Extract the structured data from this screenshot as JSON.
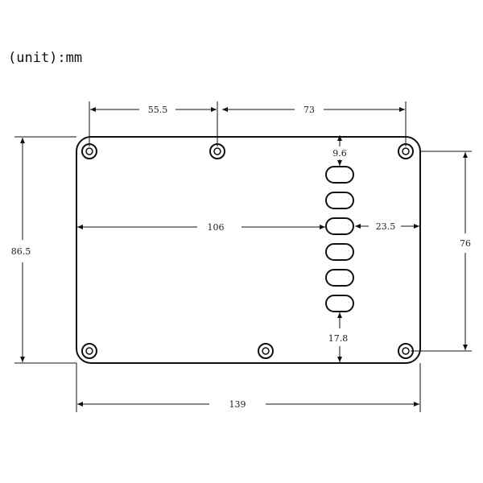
{
  "unit_label": "(unit):mm",
  "dimensions": {
    "top_left_span": "55.5",
    "top_right_span": "73",
    "slot_top_offset": "9.6",
    "inner_width": "106",
    "slot_side_offset": "23.5",
    "overall_height": "86.5",
    "hole_span_height": "76",
    "slot_bottom_offset": "17.8",
    "overall_width": "139"
  },
  "colors": {
    "line": "#111111",
    "background": "#ffffff"
  }
}
